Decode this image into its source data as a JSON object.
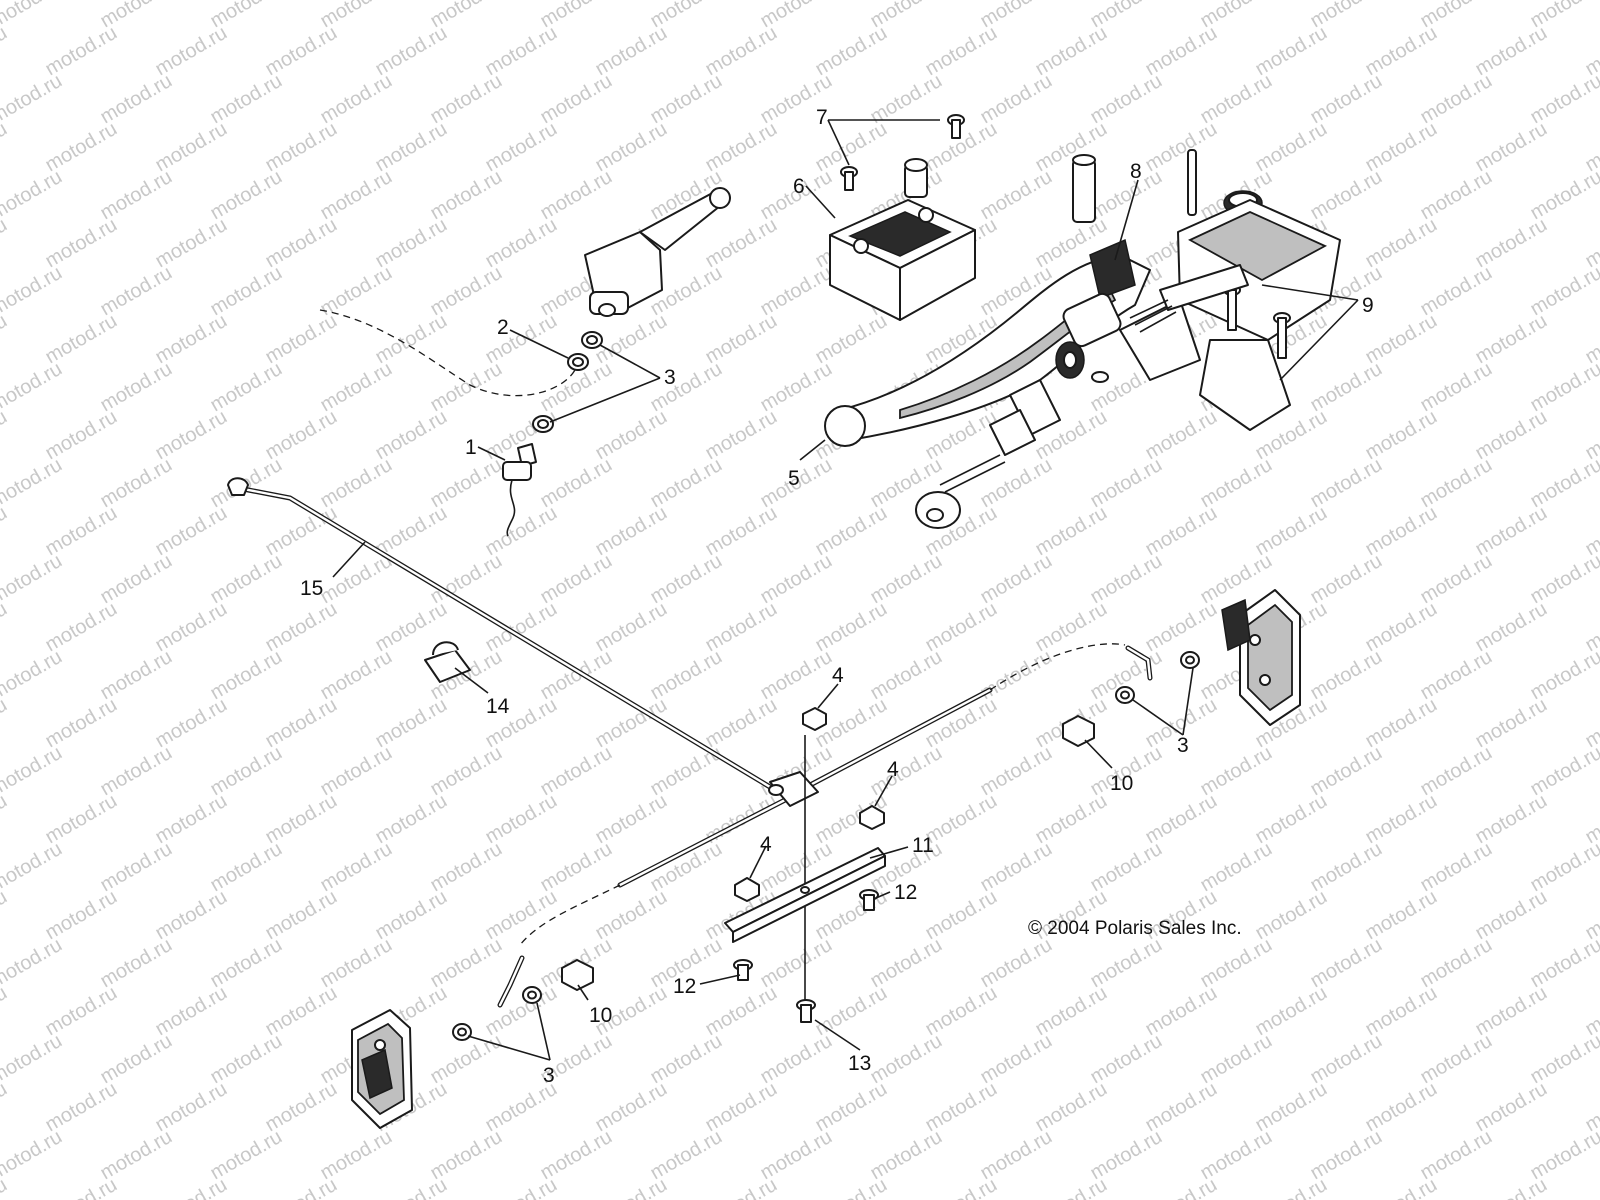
{
  "watermark": "motod.ru",
  "copyright": "© 2004 Polaris Sales Inc.",
  "callouts": [
    {
      "id": "c7",
      "label": "7"
    },
    {
      "id": "c6",
      "label": "6"
    },
    {
      "id": "c8",
      "label": "8"
    },
    {
      "id": "c9",
      "label": "9"
    },
    {
      "id": "c2",
      "label": "2"
    },
    {
      "id": "c3a",
      "label": "3"
    },
    {
      "id": "c1",
      "label": "1"
    },
    {
      "id": "c5",
      "label": "5"
    },
    {
      "id": "c15",
      "label": "15"
    },
    {
      "id": "c14",
      "label": "14"
    },
    {
      "id": "c4a",
      "label": "4"
    },
    {
      "id": "c4b",
      "label": "4"
    },
    {
      "id": "c4c",
      "label": "4"
    },
    {
      "id": "c11",
      "label": "11"
    },
    {
      "id": "c12a",
      "label": "12"
    },
    {
      "id": "c12b",
      "label": "12"
    },
    {
      "id": "c10a",
      "label": "10"
    },
    {
      "id": "c10b",
      "label": "10"
    },
    {
      "id": "c3b",
      "label": "3"
    },
    {
      "id": "c3c",
      "label": "3"
    },
    {
      "id": "c13",
      "label": "13"
    }
  ]
}
